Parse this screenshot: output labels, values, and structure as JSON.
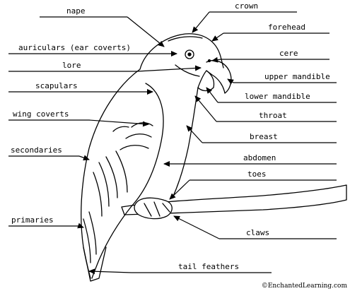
{
  "labels": {
    "nape": "nape",
    "crown": "crown",
    "forehead": "forehead",
    "auriculars": "auriculars (ear coverts)",
    "cere": "cere",
    "lore": "lore",
    "upper_mandible": "upper mandible",
    "lower_mandible": "lower mandible",
    "scapulars": "scapulars",
    "throat": "throat",
    "wing_coverts": "wing coverts",
    "breast": "breast",
    "secondaries": "secondaries",
    "abdomen": "abdomen",
    "toes": "toes",
    "primaries": "primaries",
    "claws": "claws",
    "tail_feathers": "tail feathers"
  },
  "credit": "©EnchantedLearning.com",
  "colors": {
    "ink": "#000000",
    "background": "#ffffff"
  }
}
